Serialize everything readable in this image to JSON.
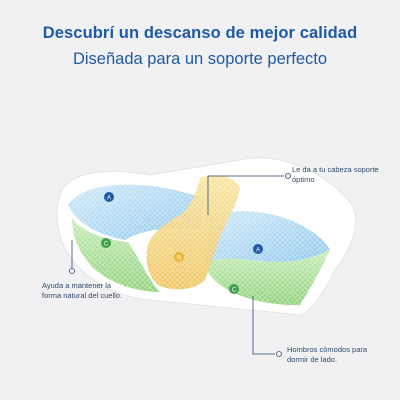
{
  "header": {
    "title": "Descubrí un descanso de mejor calidad",
    "subtitle": "Diseñada para un soporte perfecto"
  },
  "annotations": [
    {
      "text": "Le da a tu cabeza soporte óptimo"
    },
    {
      "text": "Ayuda a mantener la forma natural del cuello."
    },
    {
      "text": "Hombros cómodos para dormir de lado."
    }
  ],
  "markers": [
    "A",
    "B",
    "C"
  ],
  "colors": {
    "title": "#1f5aa6",
    "layer_a": "#a9d6f2",
    "layer_b": "#f3cf6b",
    "layer_c": "#a8dd96",
    "marker_a": "#1f5aa6",
    "marker_b": "#e9b43a",
    "marker_c": "#3da04a",
    "cover": "#ffffff"
  }
}
